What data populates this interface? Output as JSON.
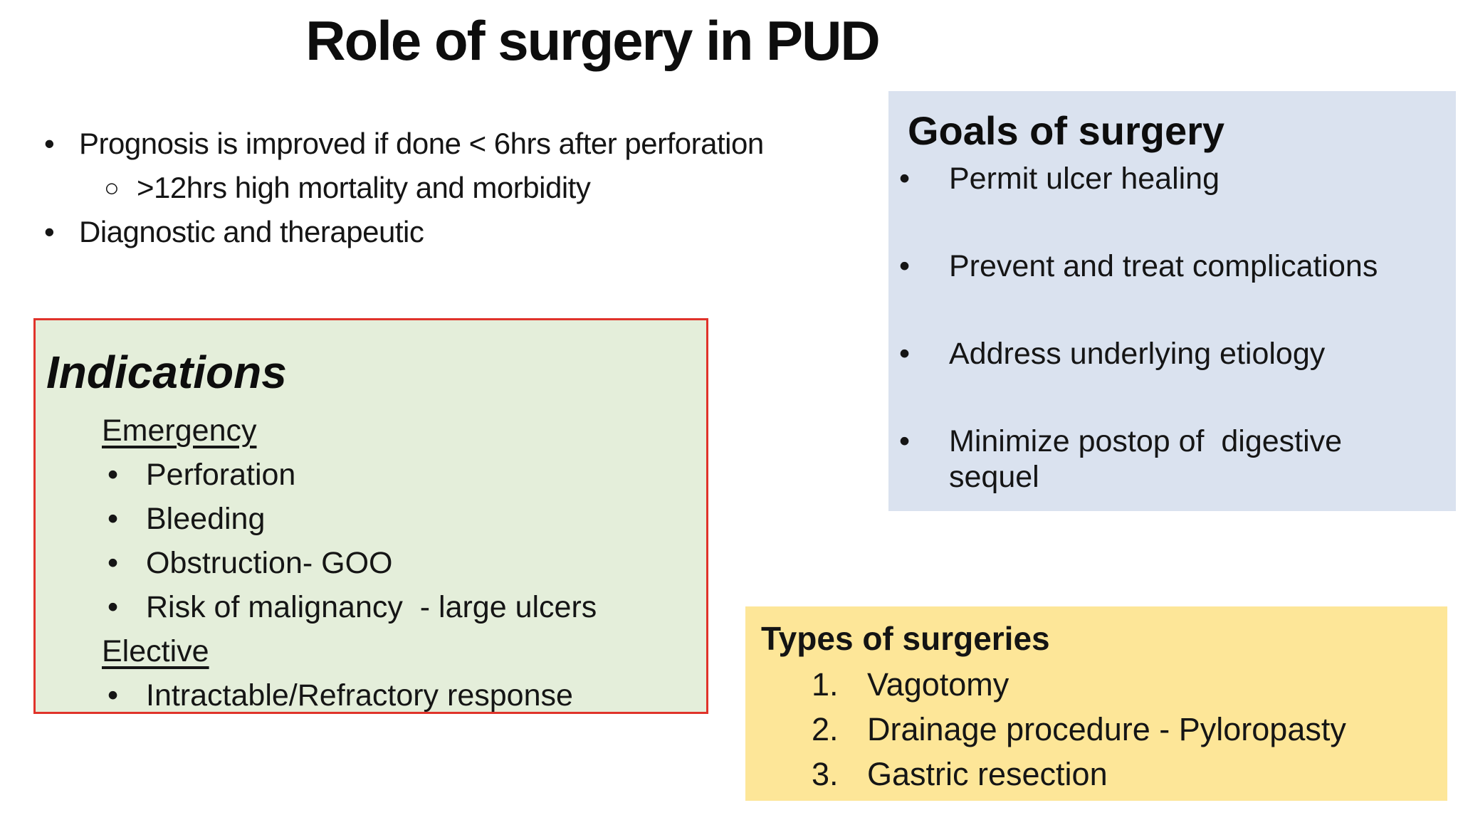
{
  "slide": {
    "title": "Role of surgery in PUD",
    "bullet_char": "•",
    "intro": {
      "items": [
        {
          "level": "1",
          "marker": "•",
          "text": "Prognosis is improved if done < 6hrs after perforation"
        },
        {
          "level": "2",
          "marker": "○",
          "text": ">12hrs high mortality and morbidity"
        },
        {
          "level": "1",
          "marker": "•",
          "text": "Diagnostic and therapeutic"
        }
      ]
    },
    "indications_box": {
      "title": "Indications",
      "background": "#e4eeda",
      "border_color": "#e0332a",
      "sections": [
        {
          "heading": "Emergency",
          "items": [
            "Perforation",
            "Bleeding",
            "Obstruction- GOO",
            "Risk of malignancy  - large ulcers"
          ]
        },
        {
          "heading": "Elective",
          "items": [
            "Intractable/Refractory response"
          ]
        }
      ]
    },
    "goals_box": {
      "title": "Goals of surgery",
      "background": "#dae2ef",
      "items": [
        "Permit ulcer healing",
        "Prevent and treat complications",
        "Address underlying etiology",
        "Minimize postop of  digestive sequel"
      ]
    },
    "types_box": {
      "title": "Types of surgeries",
      "background": "#fde698",
      "items": [
        {
          "n": "1.",
          "text": "Vagotomy"
        },
        {
          "n": "2.",
          "text": "Drainage procedure - Pyloropasty"
        },
        {
          "n": "3.",
          "text": "Gastric resection"
        }
      ]
    }
  }
}
